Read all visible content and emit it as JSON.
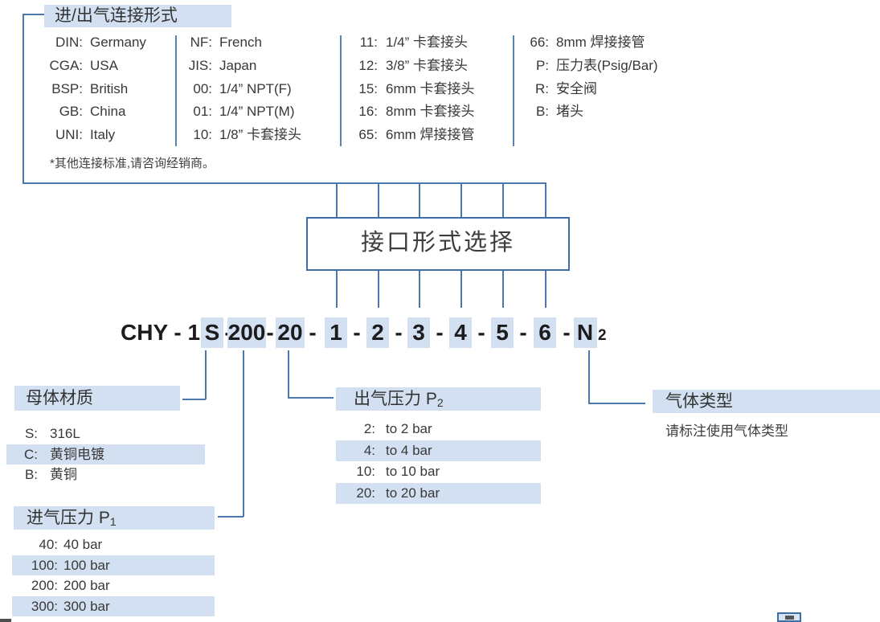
{
  "colors": {
    "highlight": "#d2e0f1",
    "line": "#4a78ac",
    "box_border": "#3d6ea8",
    "text": "#383838"
  },
  "connection_section": {
    "title": "进/出气连接形式",
    "columns": [
      {
        "items": [
          {
            "code": "DIN:",
            "label": "Germany"
          },
          {
            "code": "CGA:",
            "label": "USA"
          },
          {
            "code": "BSP:",
            "label": "British"
          },
          {
            "code": "GB:",
            "label": "China"
          },
          {
            "code": "UNI:",
            "label": "Italy"
          }
        ]
      },
      {
        "items": [
          {
            "code": "NF:",
            "label": "French"
          },
          {
            "code": "JIS:",
            "label": "Japan"
          },
          {
            "code": "00:",
            "label": "1/4”  NPT(F)"
          },
          {
            "code": "01:",
            "label": "1/4”  NPT(M)"
          },
          {
            "code": "10:",
            "label": "1/8”  卡套接头"
          }
        ]
      },
      {
        "items": [
          {
            "code": "11:",
            "label": "1/4”  卡套接头"
          },
          {
            "code": "12:",
            "label": "3/8”  卡套接头"
          },
          {
            "code": "15:",
            "label": "6mm 卡套接头"
          },
          {
            "code": "16:",
            "label": "8mm 卡套接头"
          },
          {
            "code": "65:",
            "label": "6mm 焊接接管"
          }
        ]
      },
      {
        "items": [
          {
            "code": "66:",
            "label": "8mm 焊接接管"
          },
          {
            "code": "P:",
            "label": "压力表(Psig/Bar)"
          },
          {
            "code": "R:",
            "label": "安全阀"
          },
          {
            "code": "B:",
            "label": "堵头"
          }
        ]
      }
    ],
    "note": "*其他连接标准,请咨询经销商。"
  },
  "selector_box": {
    "label": "接口形式选择"
  },
  "product_code": {
    "prefix": "CHY - 1",
    "separator": "-",
    "highlighted_parts": [
      "S",
      "200",
      "20",
      "1",
      "2",
      "3",
      "4",
      "5",
      "6",
      "N"
    ],
    "subscript": "2"
  },
  "sections": {
    "material": {
      "title": "母体材质",
      "items": [
        {
          "code": "S:",
          "label": "316L",
          "highlight": false
        },
        {
          "code": "C:",
          "label": "黄铜电镀",
          "highlight": true
        },
        {
          "code": "B:",
          "label": "黄铜",
          "highlight": false
        }
      ]
    },
    "inlet_pressure": {
      "title": "进气压力 P",
      "title_sub": "1",
      "items": [
        {
          "code": "40:",
          "label": "40 bar",
          "highlight": false
        },
        {
          "code": "100:",
          "label": "100 bar",
          "highlight": true
        },
        {
          "code": "200:",
          "label": "200 bar",
          "highlight": false
        },
        {
          "code": "300:",
          "label": "300 bar",
          "highlight": true
        }
      ]
    },
    "outlet_pressure": {
      "title": "出气压力 P",
      "title_sub": "2",
      "items": [
        {
          "code": "2:",
          "label": "to 2 bar",
          "highlight": false
        },
        {
          "code": "4:",
          "label": "to 4 bar",
          "highlight": true
        },
        {
          "code": "10:",
          "label": "to 10 bar",
          "highlight": false
        },
        {
          "code": "20:",
          "label": "to 20 bar",
          "highlight": true
        }
      ]
    },
    "gas_type": {
      "title": "气体类型",
      "note": "请标注使用气体类型"
    }
  }
}
